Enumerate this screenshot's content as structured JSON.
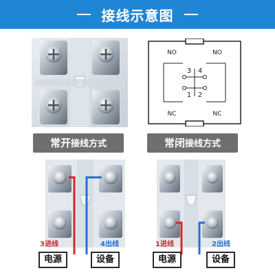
{
  "header": {
    "title": "接线示意图"
  },
  "schematic": {
    "no_left": "NO",
    "no_right": "NO",
    "nc_left": "NC",
    "nc_right": "NC",
    "n3": "3",
    "n4": "4",
    "n1": "1",
    "n2": "2"
  },
  "subtitles": {
    "normally_open_prefix": "常开",
    "normally_open_suffix": "接线方式",
    "normally_closed_prefix": "常闭",
    "normally_closed_suffix": "接线方式"
  },
  "left_diagram": {
    "in_wire": "3进线",
    "out_wire": "4出线",
    "source_box": "电源",
    "device_box": "设备"
  },
  "right_diagram": {
    "in_wire": "1进线",
    "out_wire": "2出线",
    "source_box": "电源",
    "device_box": "设备"
  },
  "colors": {
    "header": "#1f86d6",
    "subtitle_bg": "#6f6f6f",
    "in_wire": "#d9232e",
    "out_wire": "#1f6fd1"
  }
}
